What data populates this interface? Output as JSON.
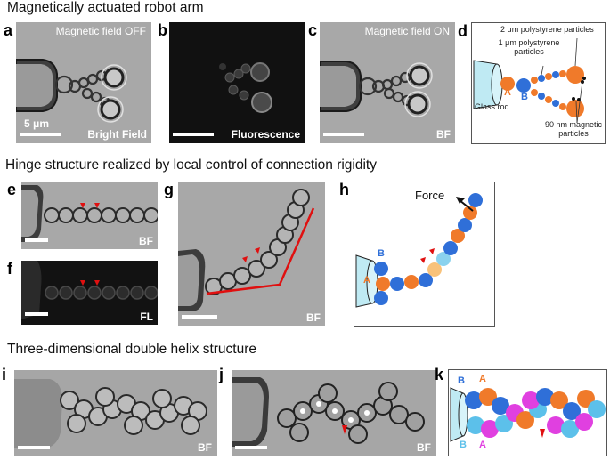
{
  "headings": {
    "row1": "Magnetically actuated robot arm",
    "row2": "Hinge structure realized by local control of connection rigidity",
    "row3": "Three-dimensional double helix structure"
  },
  "panels": {
    "a": {
      "label": "a",
      "top_text": "Magnetic field OFF",
      "scale_text": "5 μm",
      "mode": "Bright Field"
    },
    "b": {
      "label": "b",
      "mode": "Fluorescence"
    },
    "c": {
      "label": "c",
      "top_text": "Magnetic field ON",
      "mode": "BF"
    },
    "d": {
      "label": "d",
      "label_2um": "2 μm polystyrene particles",
      "label_1um": "1 μm polystyrene particles",
      "label_rod": "Glass rod",
      "label_90nm": "90 nm magnetic particles",
      "letter_a": "A",
      "letter_b": "B"
    },
    "e": {
      "label": "e",
      "mode": "BF"
    },
    "f": {
      "label": "f",
      "mode": "FL"
    },
    "g": {
      "label": "g",
      "mode": "BF"
    },
    "h": {
      "label": "h",
      "force": "Force",
      "letter_a": "A",
      "letter_b": "B"
    },
    "i": {
      "label": "i",
      "mode": "BF"
    },
    "j": {
      "label": "j",
      "mode": "BF"
    },
    "k": {
      "label": "k",
      "letter_b1": "B",
      "letter_a1": "A",
      "letter_b2": "B",
      "letter_a2": "A"
    }
  },
  "colors": {
    "orange": "#f07a2a",
    "blue": "#2f6fd8",
    "light_blue": "#5cc0ea",
    "magenta": "#e040e0",
    "marker_red": "#e01010",
    "glass": "#bfeaf3"
  }
}
